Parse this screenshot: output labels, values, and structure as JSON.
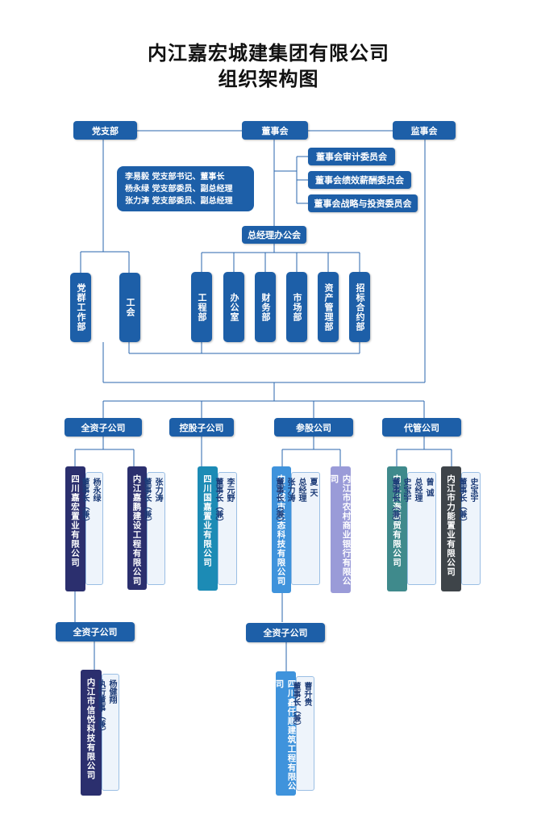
{
  "title": {
    "line1": "内江嘉宏城建集团有限公司",
    "line2": "组织架构图"
  },
  "top": {
    "party": "党支部",
    "board": "董事会",
    "supervisors": "监事会"
  },
  "committees": [
    "董事会审计委员会",
    "董事会绩效薪酬委员会",
    "董事会战略与投资委员会"
  ],
  "party_members": [
    "李易毅  党支部书记、董事长",
    "杨永绿  党支部委员、副总经理",
    "张力涛  党支部委员、副总经理"
  ],
  "gm_office": "总经理办公会",
  "party_units": [
    "党群工作部",
    "工会"
  ],
  "departments": [
    "工程部",
    "办公室",
    "财务部",
    "市场部",
    "资产管理部",
    "招标合约部"
  ],
  "categories": [
    "全资子公司",
    "控股子公司",
    "参股公司",
    "代管公司"
  ],
  "companies": {
    "c1": {
      "name": "四川嘉宏置业有限公司",
      "person": "杨永绿",
      "role": "董事长（兼）"
    },
    "c2": {
      "name": "内江嘉鹏建设工程有限公司",
      "person": "张力涛",
      "role": "董事长（兼）"
    },
    "c3": {
      "name": "四川国嘉置业有限公司",
      "person": "李元野",
      "role": "董事长（兼）"
    },
    "c4": {
      "name": "内江城市生态科技有限公司",
      "person1": "夏  天",
      "role1": "总经理",
      "person2": "张力涛",
      "role2": "董事长（兼）"
    },
    "c5": {
      "name": "内江市农村商业银行有限公司"
    },
    "c6": {
      "name": "内江川海商贸有限公司",
      "person1": "曾  诚",
      "role1": "总经理",
      "person2": "史宝宇",
      "role2": "董事长（兼）"
    },
    "c7": {
      "name": "内江市力能置业有限公司",
      "person": "史宝宇",
      "role": "董事长（兼）"
    }
  },
  "sub_categories": {
    "s1": "全资子公司",
    "s2": "全资子公司"
  },
  "subs": {
    "d1": {
      "name": "内江市信悦科技有限公司",
      "person": "杨健翔",
      "role": "执行董事（兼）"
    },
    "d2": {
      "name": "四川鑫仟顺建筑工程有限公司",
      "person": "曹升贵",
      "role": "董事长（兼）"
    }
  }
}
